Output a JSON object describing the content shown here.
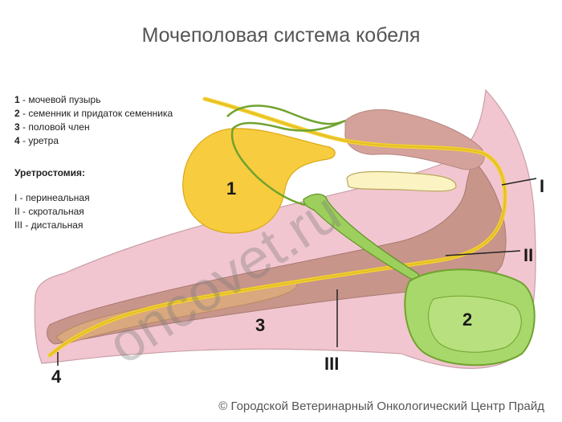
{
  "title": "Мочеполовая система кобеля",
  "legend": {
    "items": [
      {
        "num": "1",
        "text": " - мочевой пузырь"
      },
      {
        "num": "2",
        "text": " - семенник и придаток семенника"
      },
      {
        "num": "3",
        "text": " - половой член"
      },
      {
        "num": "4",
        "text": " - уретра"
      }
    ],
    "heading": "Уретростомия:",
    "types": [
      {
        "num": "I",
        "text": " - перинеальная"
      },
      {
        "num": "II",
        "text": " - скротальная"
      },
      {
        "num": "III",
        "text": " - дистальная"
      }
    ]
  },
  "labels": {
    "bladder": "1",
    "testis": "2",
    "penis": "3",
    "urethra": "4",
    "perineal": "I",
    "scrotal": "II",
    "distal": "III"
  },
  "watermark": "oncovet.ru",
  "copyright": "© Городской Ветеринарный Онкологический Центр Прайд",
  "colors": {
    "skin": "#f2c6d0",
    "skin_outline": "#c9a0a8",
    "penis_body": "#c8958a",
    "bone": "#fbf3c2",
    "bladder": "#f7cc3e",
    "urethra": "#f2cf2f",
    "testis": "#a8d86c",
    "testis_outline": "#6fa32e",
    "rectum": "#d4a29a"
  }
}
